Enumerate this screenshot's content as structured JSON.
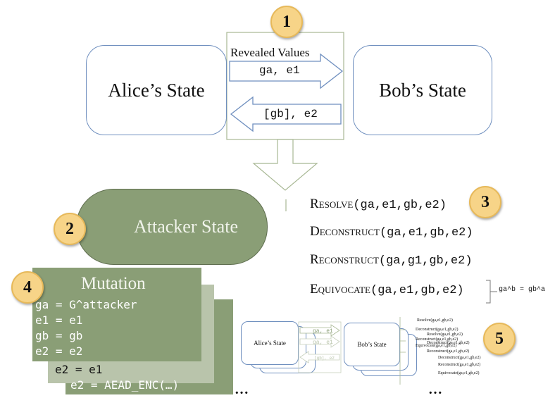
{
  "badges": {
    "b1": "1",
    "b2": "2",
    "b3": "3",
    "b4": "4",
    "b5": "5"
  },
  "states": {
    "alice": "Alice’s State",
    "bob": "Bob’s State",
    "attacker": "Attacker State"
  },
  "exchange": {
    "title": "Revealed Values",
    "forward": "ga, e1",
    "backward": "[gb], e2"
  },
  "functions": [
    {
      "name": "Resolve",
      "args": "(ga,e1,gb,e2)"
    },
    {
      "name": "Deconstruct",
      "args": "(ga,e1,gb,e2)"
    },
    {
      "name": "Reconstruct",
      "args": "(ga,g1,gb,e2)"
    },
    {
      "name": "Equivocate",
      "args": "(ga,e1,gb,e2)"
    }
  ],
  "equivocate_note": "ga^b = gb^a",
  "mutation": {
    "title": "Mutation",
    "lines": [
      "ga = G^attacker",
      "e1 = e1",
      "gb = gb",
      "e2 = e2"
    ],
    "line2": "e2 = e1",
    "line3": "e2 = AEAD_ENC(…)"
  },
  "ellipses": [
    "…",
    "…"
  ],
  "mini": {
    "alice": "Alice’s State",
    "bob": "Bob’s State",
    "funcs": [
      "Resolve(ga,e1,gb,e2)",
      "Deconstruct(ga,e1,gb,e2)",
      "Resolve(ga,e1,gb,e2)",
      "Reconstruct(ga,e1,gb,e2)",
      "Equivocate(ga,e1,gb,e2)",
      "Deconstruct(ga,e1,gb,e2)",
      "Reconstruct(ga,e1,gb,e2)",
      "Deconstruct(ga,e1,gb,e2)",
      "Reconstruct(ga,e1,gb,e2)",
      "Equivocate(ga,e1,gb,e2)"
    ]
  },
  "colors": {
    "border_blue": "#6f8fbf",
    "attacker_green": "#8a9e76",
    "badge_yellow": "#f7d488",
    "frame_green": "#a8b894"
  }
}
